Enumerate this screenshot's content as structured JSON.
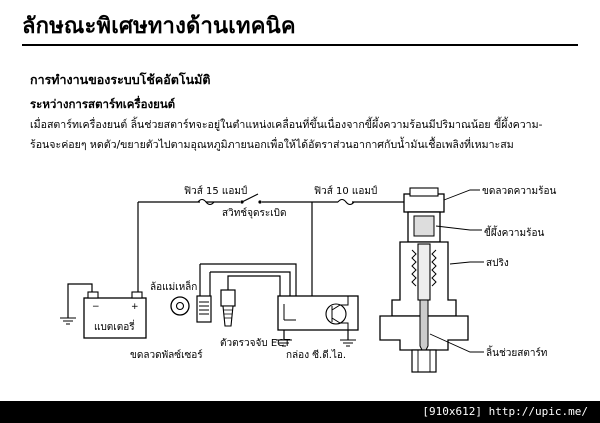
{
  "page": {
    "title": "ลักษณะพิเศษทางด้านเทคนิค",
    "section_heading": "การทำงานของระบบโช้คอัตโนมัติ",
    "subheading": "ระหว่างการสตาร์ทเครื่องยนต์",
    "body_lines": [
      "เมื่อสตาร์ทเครื่องยนต์ ลิ้นช่วยสตาร์ทจะอยู่ในตำแหน่งเคลื่อนที่ขึ้นเนื่องจากขี้ผึ้งความร้อนมีปริมาณน้อย ขี้ผึ้งความ-",
      "ร้อนจะค่อยๆ หดตัว/ขยายตัวไปตามอุณหภูมิภายนอกเพื่อให้ได้อัตราส่วนอากาศกับน้ำมันเชื้อเพลิงที่เหมาะสม"
    ]
  },
  "diagram": {
    "labels": {
      "fuse15": "ฟิวส์ 15 แอมป์",
      "fuse10": "ฟิวส์ 10 แอมป์",
      "ignition_switch": "สวิทช์จุดระเบิด",
      "flywheel": "ล้อแม่เหล็ก",
      "battery": "แบตเตอรี่",
      "pulser_coil": "ขดลวดพัลซ์เซอร์",
      "ect_sensor": "ตัวตรวจจับ ECT",
      "cdi_box": "กล่อง ซี.ดี.ไอ.",
      "heater_coil": "ขดลวดความร้อน",
      "thermo_wax": "ขี้ผึ้งความร้อน",
      "spring": "สปริง",
      "starter_valve": "ลิ้นช่วยสตาร์ท"
    }
  },
  "watermark": "[910x612] http://upic.me/",
  "colors": {
    "ink": "#000000",
    "background": "#ffffff",
    "watermark_bg": "#000000"
  }
}
